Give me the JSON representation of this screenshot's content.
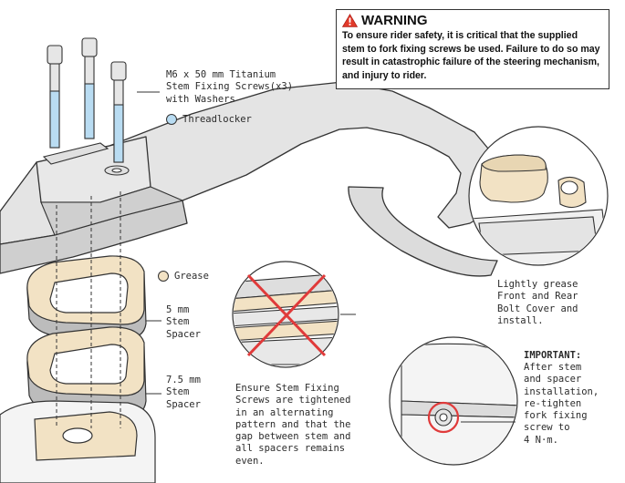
{
  "warning": {
    "title": "WARNING",
    "body": "To ensure rider safety, it is critical that the supplied stem to fork fixing screws be used. Failure to do so may result in catastrophic failure of the steering mechanism, and injury to rider."
  },
  "labels": {
    "screws": "M6 x 50 mm Titanium\nStem Fixing Screws(x3)\nwith Washers",
    "threadlocker": "Threadlocker",
    "grease": "Grease",
    "spacer_5mm": "5 mm\nStem\nSpacer",
    "spacer_75mm": "7.5 mm\nStem\nSpacer",
    "tighten_note": "Ensure Stem Fixing\nScrews are tightened\nin an alternating\npattern and that the\ngap between stem and\nall spacers remains\neven.",
    "grease_cover": "Lightly grease\nFront and Rear\nBolt Cover and\ninstall.",
    "important_title": "IMPORTANT:",
    "important_body": "After stem\nand spacer\ninstallation,\nre-tighten\nfork fixing\nscrew to\n4 N·m."
  },
  "colors": {
    "threadlocker": "#b9dcf2",
    "grease": "#f2e2c4",
    "cross": "#e03a3a",
    "stroke": "#333333"
  }
}
